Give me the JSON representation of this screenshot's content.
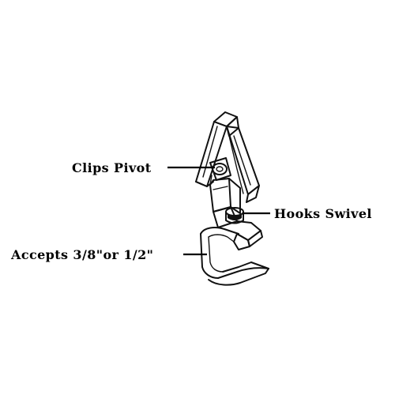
{
  "callouts": {
    "clips_pivot": "Clips Pivot",
    "hooks_swivel": "Hooks Swivel",
    "accepts_size": "Accepts 3/8\"or 1/2\""
  },
  "colors": {
    "ink": "#111111",
    "background": "#ffffff"
  }
}
